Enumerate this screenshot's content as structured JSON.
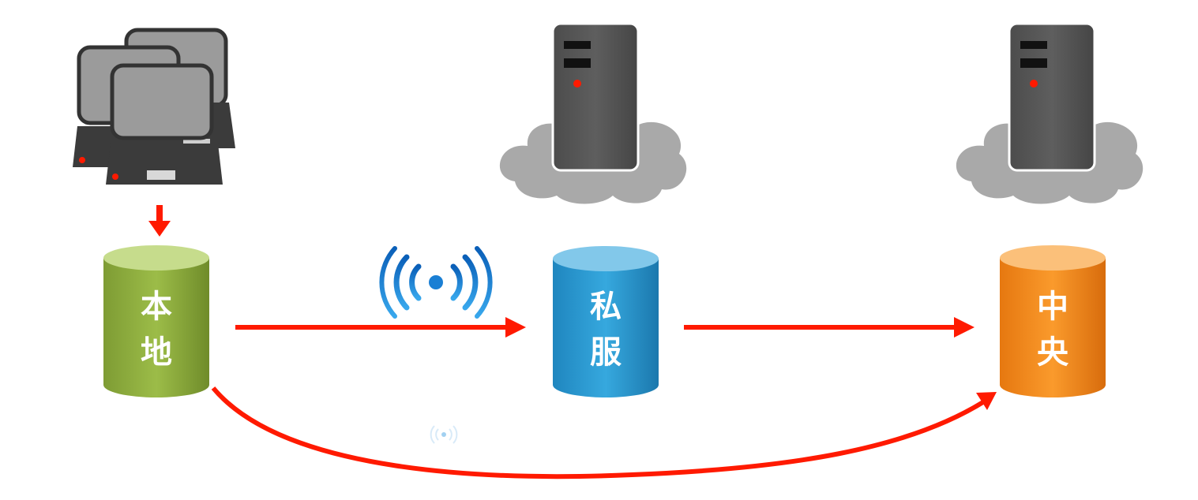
{
  "nodes": {
    "local": {
      "char1": "本",
      "char2": "地",
      "color_top": "#c6dc8c",
      "color_body": "#8cac3c"
    },
    "private": {
      "char1": "私",
      "char2": "服",
      "color_top": "#82c8ea",
      "color_body": "#2e9cd3"
    },
    "central": {
      "char1": "中",
      "char2": "央",
      "color_top": "#fbc07a",
      "color_body": "#f58a1e"
    }
  },
  "colors": {
    "arrow": "#ff1a00",
    "server_body": "#555555",
    "cloud": "#a9a9a9",
    "monitor": "#9b9b9b",
    "wifi": "#1a7fd4"
  },
  "icons": [
    "computers-icon",
    "server-icon",
    "cloud-icon",
    "wifi-signal-icon",
    "database-icon"
  ]
}
